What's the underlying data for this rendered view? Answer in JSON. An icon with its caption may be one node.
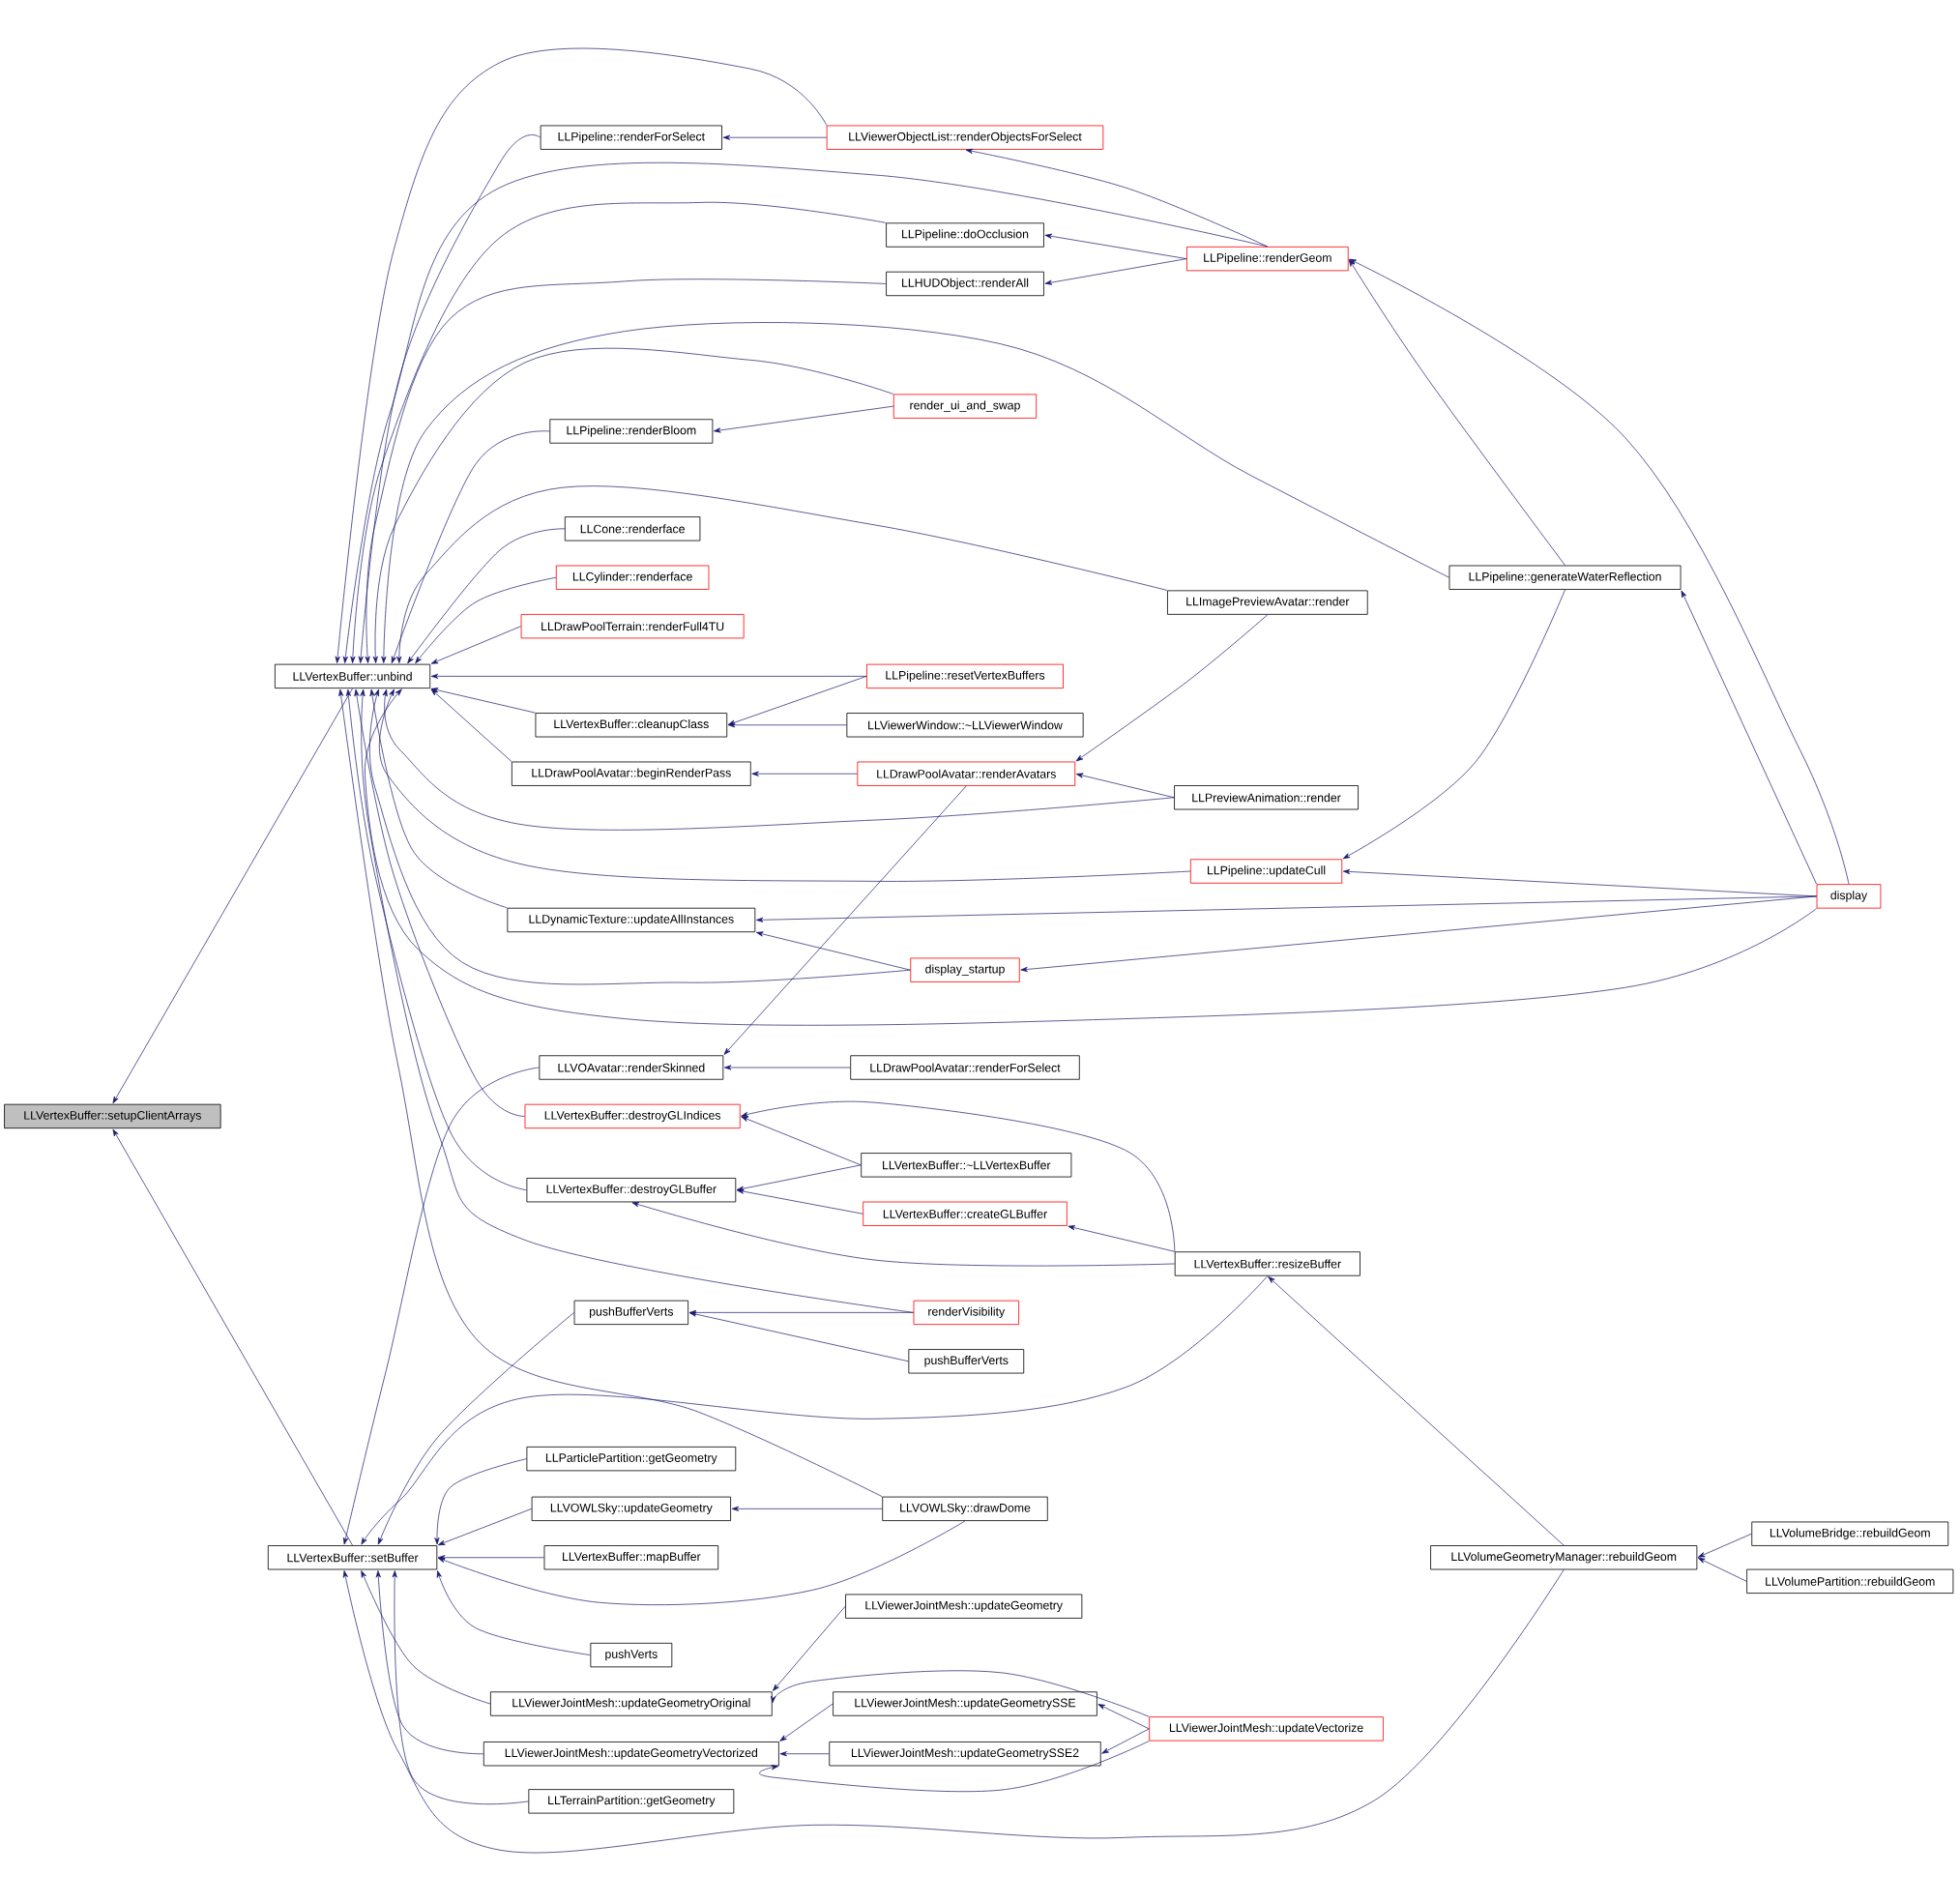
{
  "diagram": {
    "nodes": [
      {
        "text": [
          "LLVertexBuffer::setupClientArrays"
        ]
      },
      {
        "text": [
          "LLVertexBuffer::unbind"
        ]
      },
      {
        "text": [
          "LLVertexBuffer::setBuffer"
        ]
      },
      {
        "text": [
          "LLPipeline::renderForSelect"
        ]
      },
      {
        "text": [
          "LLViewerObjectList::renderObjectsForSelect"
        ]
      },
      {
        "text": [
          "LLPipeline::doOcclusion"
        ]
      },
      {
        "text": [
          "LLHUDObject::renderAll"
        ]
      },
      {
        "text": [
          "LLPipeline::renderGeom"
        ]
      },
      {
        "text": [
          "render_ui_and_swap"
        ]
      },
      {
        "text": [
          "LLPipeline::renderBloom"
        ]
      },
      {
        "text": [
          "LLCone::renderface"
        ]
      },
      {
        "text": [
          "LLCylinder::renderface"
        ]
      },
      {
        "text": [
          "LLDrawPoolTerrain::renderFull4TU"
        ]
      },
      {
        "text": [
          "LLPipeline::generateWaterReflection"
        ]
      },
      {
        "text": [
          "LLImagePreviewAvatar::render"
        ]
      },
      {
        "text": [
          "LLPipeline::resetVertexBuffers"
        ]
      },
      {
        "text": [
          "LLVertexBuffer::cleanupClass"
        ]
      },
      {
        "text": [
          "LLViewerWindow::~LLViewerWindow"
        ]
      },
      {
        "text": [
          "LLDrawPoolAvatar::beginRenderPass"
        ]
      },
      {
        "text": [
          "LLDrawPoolAvatar::renderAvatars"
        ]
      },
      {
        "text": [
          "LLPreviewAnimation::render"
        ]
      },
      {
        "text": [
          "LLPipeline::updateCull"
        ]
      },
      {
        "text": [
          "display"
        ]
      },
      {
        "text": [
          "LLDynamicTexture::updateAllInstances"
        ]
      },
      {
        "text": [
          "display_startup"
        ]
      },
      {
        "text": [
          "LLVOAvatar::renderSkinned"
        ]
      },
      {
        "text": [
          "LLDrawPoolAvatar::renderForSelect"
        ]
      },
      {
        "text": [
          "LLVertexBuffer::destroyGLIndices"
        ]
      },
      {
        "text": [
          "LLVertexBuffer::~LLVertexBuffer"
        ]
      },
      {
        "text": [
          "LLVertexBuffer::destroyGLBuffer"
        ]
      },
      {
        "text": [
          "LLVertexBuffer::createGLBuffer"
        ]
      },
      {
        "text": [
          "LLVertexBuffer::resizeBuffer"
        ]
      },
      {
        "text": [
          "pushBufferVerts"
        ]
      },
      {
        "text": [
          "renderVisibility"
        ]
      },
      {
        "text": [
          "pushBufferVerts"
        ]
      },
      {
        "text": [
          "LLParticlePartition::getGeometry"
        ]
      },
      {
        "text": [
          "LLVOWLSky::updateGeometry"
        ]
      },
      {
        "text": [
          "LLVOWLSky::drawDome"
        ]
      },
      {
        "text": [
          "LLVertexBuffer::mapBuffer"
        ]
      },
      {
        "text": [
          "LLVolumeGeometryManager::rebuildGeom"
        ]
      },
      {
        "text": [
          "LLVolumeBridge::rebuildGeom"
        ]
      },
      {
        "text": [
          "LLVolumePartition::rebuildGeom"
        ]
      },
      {
        "text": [
          "LLViewerJointMesh::updateGeometry"
        ]
      },
      {
        "text": [
          "pushVerts"
        ]
      },
      {
        "text": [
          "LLViewerJointMesh::updateGeometryOriginal"
        ]
      },
      {
        "text": [
          "LLViewerJointMesh::updateGeometrySSE"
        ]
      },
      {
        "text": [
          "LLViewerJointMesh::updateVectorize"
        ]
      },
      {
        "text": [
          "LLViewerJointMesh::updateGeometryVectorized"
        ]
      },
      {
        "text": [
          "LLViewerJointMesh::updateGeometrySSE2"
        ]
      },
      {
        "text": [
          "LLTerrainPartition::getGeometry"
        ]
      }
    ],
    "edges": [
      {
        "from": 1,
        "to": 0,
        "arrow": "to"
      },
      {
        "from": 2,
        "to": 0,
        "arrow": "to"
      },
      {
        "from": 3,
        "to": 1,
        "arrow": "to"
      },
      {
        "from": 4,
        "to": 3,
        "arrow": "to"
      },
      {
        "from": 4,
        "to": 1,
        "arrow": "to"
      },
      {
        "from": 7,
        "to": 4,
        "arrow": "to"
      },
      {
        "from": 7,
        "to": 1,
        "arrow": "to"
      },
      {
        "from": 5,
        "to": 1,
        "arrow": "to"
      },
      {
        "from": 7,
        "to": 5,
        "arrow": "to"
      },
      {
        "from": 6,
        "to": 1,
        "arrow": "to"
      },
      {
        "from": 7,
        "to": 6,
        "arrow": "to"
      },
      {
        "from": 22,
        "to": 7,
        "arrow": "to"
      },
      {
        "from": 13,
        "to": 7,
        "arrow": "to"
      },
      {
        "from": 8,
        "to": 1,
        "arrow": "to"
      },
      {
        "from": 8,
        "to": 9,
        "arrow": "to"
      },
      {
        "from": 9,
        "to": 1,
        "arrow": "to"
      },
      {
        "from": 13,
        "to": 1,
        "arrow": "to"
      },
      {
        "from": 10,
        "to": 1,
        "arrow": "to"
      },
      {
        "from": 11,
        "to": 1,
        "arrow": "to"
      },
      {
        "from": 12,
        "to": 1,
        "arrow": "to"
      },
      {
        "from": 14,
        "to": 1,
        "arrow": "to"
      },
      {
        "from": 15,
        "to": 1,
        "arrow": "to"
      },
      {
        "from": 15,
        "to": 16,
        "arrow": "to"
      },
      {
        "from": 16,
        "to": 1,
        "arrow": "to"
      },
      {
        "from": 17,
        "to": 16,
        "arrow": "to"
      },
      {
        "from": 18,
        "to": 1,
        "arrow": "to"
      },
      {
        "from": 19,
        "to": 18,
        "arrow": "to"
      },
      {
        "from": 14,
        "to": 19,
        "arrow": "to"
      },
      {
        "from": 20,
        "to": 19,
        "arrow": "to"
      },
      {
        "from": 20,
        "to": 1,
        "arrow": "to"
      },
      {
        "from": 13,
        "to": 21,
        "arrow": "to"
      },
      {
        "from": 21,
        "to": 1,
        "arrow": "to"
      },
      {
        "from": 22,
        "to": 21,
        "arrow": "to"
      },
      {
        "from": 22,
        "to": 13,
        "arrow": "to"
      },
      {
        "from": 22,
        "to": 23,
        "arrow": "to"
      },
      {
        "from": 22,
        "to": 24,
        "arrow": "to"
      },
      {
        "from": 22,
        "to": 1,
        "arrow": "to"
      },
      {
        "from": 23,
        "to": 1,
        "arrow": "to"
      },
      {
        "from": 24,
        "to": 23,
        "arrow": "to"
      },
      {
        "from": 24,
        "to": 1,
        "arrow": "to"
      },
      {
        "from": 19,
        "to": 25,
        "arrow": "to"
      },
      {
        "from": 25,
        "to": 2,
        "arrow": "to"
      },
      {
        "from": 26,
        "to": 25,
        "arrow": "to"
      },
      {
        "from": 27,
        "to": 1,
        "arrow": "to"
      },
      {
        "from": 28,
        "to": 27,
        "arrow": "to"
      },
      {
        "from": 31,
        "to": 27,
        "arrow": "to"
      },
      {
        "from": 29,
        "to": 1,
        "arrow": "to"
      },
      {
        "from": 28,
        "to": 29,
        "arrow": "to"
      },
      {
        "from": 30,
        "to": 29,
        "arrow": "to"
      },
      {
        "from": 31,
        "to": 29,
        "arrow": "to"
      },
      {
        "from": 31,
        "to": 30,
        "arrow": "to"
      },
      {
        "from": 33,
        "to": 1,
        "arrow": "to"
      },
      {
        "from": 39,
        "to": 31,
        "arrow": "to"
      },
      {
        "from": 31,
        "to": 2,
        "arrow": "to"
      },
      {
        "from": 32,
        "to": 2,
        "arrow": "to"
      },
      {
        "from": 33,
        "to": 32,
        "arrow": "to"
      },
      {
        "from": 34,
        "to": 32,
        "arrow": "to"
      },
      {
        "from": 37,
        "to": 1,
        "arrow": "to"
      },
      {
        "from": 35,
        "to": 2,
        "arrow": "to"
      },
      {
        "from": 36,
        "to": 2,
        "arrow": "to"
      },
      {
        "from": 37,
        "to": 36,
        "arrow": "to"
      },
      {
        "from": 37,
        "to": 2,
        "arrow": "to"
      },
      {
        "from": 38,
        "to": 2,
        "arrow": "to"
      },
      {
        "from": 40,
        "to": 39,
        "arrow": "to"
      },
      {
        "from": 41,
        "to": 39,
        "arrow": "to"
      },
      {
        "from": 39,
        "to": 2,
        "arrow": "to"
      },
      {
        "from": 42,
        "to": 44,
        "arrow": "to"
      },
      {
        "from": 43,
        "to": 2,
        "arrow": "to"
      },
      {
        "from": 44,
        "to": 2,
        "arrow": "to"
      },
      {
        "from": 46,
        "to": 44,
        "arrow": "to"
      },
      {
        "from": 45,
        "to": 47,
        "arrow": "to"
      },
      {
        "from": 46,
        "to": 45,
        "arrow": "to"
      },
      {
        "from": 48,
        "to": 47,
        "arrow": "to"
      },
      {
        "from": 46,
        "to": 48,
        "arrow": "to"
      },
      {
        "from": 46,
        "to": 47,
        "arrow": "to"
      },
      {
        "from": 47,
        "to": 2,
        "arrow": "to"
      },
      {
        "from": 49,
        "to": 2,
        "arrow": "to"
      }
    ]
  }
}
